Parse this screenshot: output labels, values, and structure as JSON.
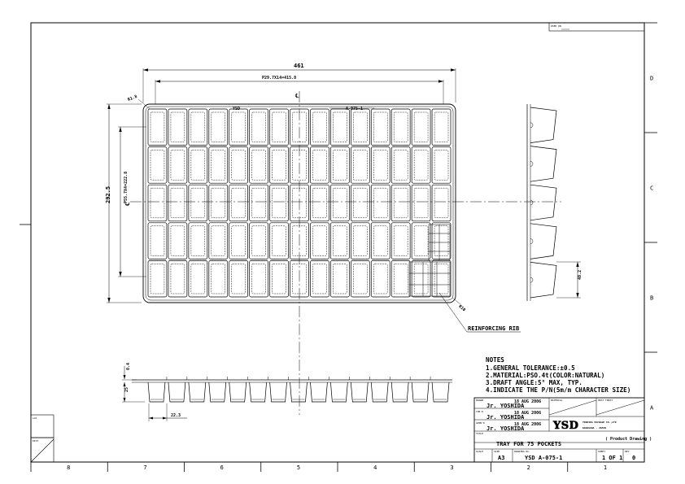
{
  "title_block": {
    "checked_label": "CHECK'D BY",
    "rows": [
      {
        "label": "DRAWN",
        "name": "Jr. YOSHIDA",
        "date": "18 AUG 2006"
      },
      {
        "label": "CHK'D",
        "name": "Jr. YOSHIDA",
        "date": "18 AUG 2006"
      },
      {
        "label": "APPR'D",
        "name": "Jr. YOSHIDA",
        "date": "18 AUG 2006"
      }
    ],
    "material_label": "MATERIAL",
    "finish_label": "HEAT TREAT",
    "logo": "YSD",
    "company": "YOSHIDA PACKAGE CO.,LTD",
    "location": "KANAGAWA , JAPAN",
    "drawing_kind": "( Product Drawing )",
    "title_label": "TITLE",
    "title": "TRAY FOR 75 POCKETS",
    "scale_label": "SCALE",
    "size_label": "SIZE",
    "size": "A3",
    "dwg_label": "DRAWING No.",
    "drawing_number": "YSD  A-075-1",
    "sheet_label": "SHEET",
    "sheet": "1 OF 1",
    "rev_label": "REV",
    "rev": "0"
  },
  "notes": {
    "heading": "NOTES",
    "items": [
      "1.GENERAL TOLERANCE:±0.5",
      "2.MATERIAL:PSO.4t(COLOR:NATURAL)",
      "3.DRAFT ANGLE:5° MAX, TYP.",
      "4.INDICATE THE P/N(5m/m CHARACTER SIZE)"
    ]
  },
  "dimensions": {
    "overall_width": "461",
    "pitch_x": "P29.7X14=415.8",
    "overall_height": "292.5",
    "pitch_y": "P55.7X4=222.8",
    "corner_radius": "R1.8",
    "outer_radius": "R10",
    "side_height": "48.2",
    "section_thickness": "0.4",
    "section_depth": "25",
    "pocket_width": "22.3",
    "part_mark": "YSD",
    "part_number": "A-075-1",
    "centerline": "℄"
  },
  "callouts": {
    "rib": "REINFORCING RIB"
  },
  "zones": {
    "columns": [
      "8",
      "7",
      "6",
      "5",
      "4",
      "3",
      "2",
      "1"
    ],
    "rows": [
      "D",
      "C",
      "B",
      "A"
    ]
  },
  "corner_boxes": {
    "top_right": "USED ON",
    "loc": "LOC",
    "dist": "DIST"
  },
  "tray": {
    "columns": 15,
    "rows": 5
  }
}
